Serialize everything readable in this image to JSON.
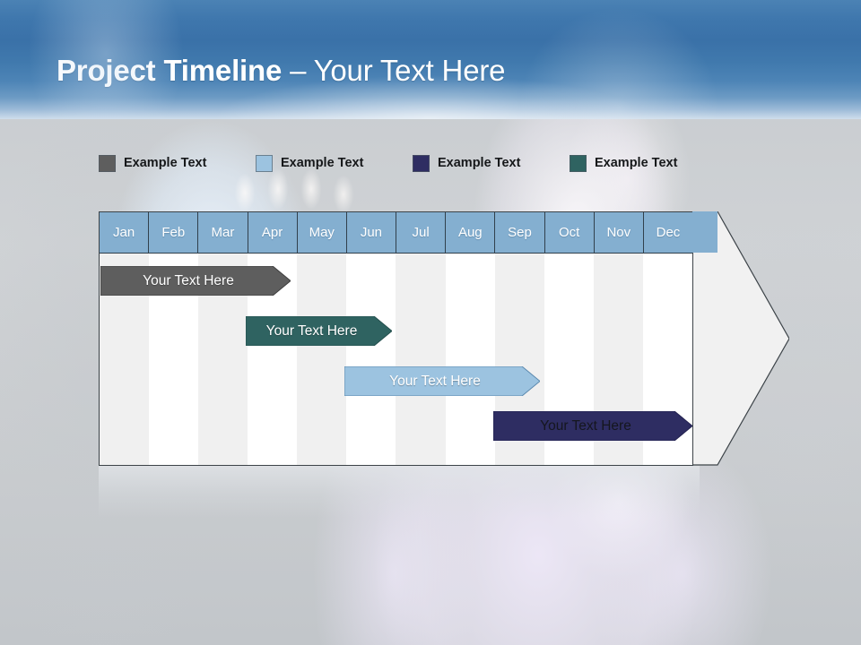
{
  "slide": {
    "title_bold": "Project Timeline",
    "title_rest": " – Your Text Here"
  },
  "legend": {
    "items": [
      {
        "label": "Example Text",
        "color": "#5e5e5e",
        "name": "legend-swatch-gray"
      },
      {
        "label": "Example Text",
        "color": "#9cc3e0",
        "name": "legend-swatch-light-blue"
      },
      {
        "label": "Example Text",
        "color": "#2e2d62",
        "name": "legend-swatch-navy"
      },
      {
        "label": "Example Text",
        "color": "#2f6361",
        "name": "legend-swatch-teal"
      }
    ]
  },
  "chart_data": {
    "type": "bar",
    "title": "Project Timeline – Your Text Here",
    "xlabel": "",
    "ylabel": "",
    "categories": [
      "Jan",
      "Feb",
      "Mar",
      "Apr",
      "May",
      "Jun",
      "Jul",
      "Aug",
      "Sep",
      "Oct",
      "Nov",
      "Dec"
    ],
    "orientation": "horizontal",
    "grid": "alternating-column-stripes",
    "legend_position": "top",
    "series": [
      {
        "name": "Example Text",
        "label": "Your  Text Here",
        "color": "#5e5e5e",
        "text_color": "#ffffff",
        "start_month": "Jan",
        "end_month": "Apr",
        "start_index": 0,
        "end_index": 3.85,
        "row": 1
      },
      {
        "name": "Example Text",
        "label": "Your  Text Here",
        "color": "#2f6361",
        "text_color": "#ffffff",
        "start_month": "Apr",
        "end_month": "Jun",
        "start_index": 2.95,
        "end_index": 6.0,
        "row": 2
      },
      {
        "name": "Example Text",
        "label": "Your  Text Here",
        "color": "#9cc3e0",
        "text_color": "#ffffff",
        "start_month": "Jun",
        "end_month": "Sep",
        "start_index": 4.95,
        "end_index": 8.9,
        "row": 3
      },
      {
        "name": "Example Text",
        "label": "Your  Text Here",
        "color": "#2e2d62",
        "text_color": "#15161f",
        "start_month": "Sep",
        "end_month": "Dec",
        "start_index": 7.95,
        "end_index": 12.0,
        "row": 4
      }
    ]
  }
}
